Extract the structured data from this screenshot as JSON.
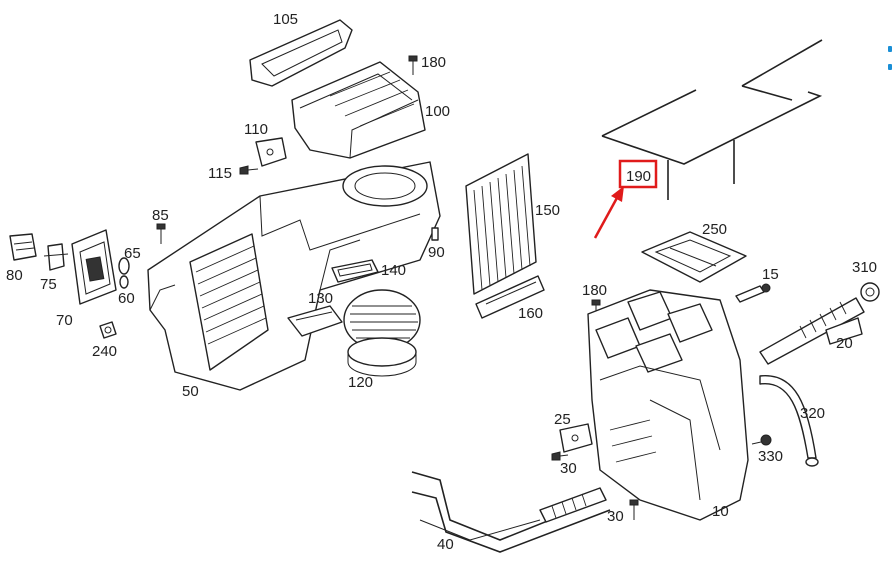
{
  "diagram": {
    "labels": [
      "105",
      "180",
      "100",
      "110",
      "115",
      "85",
      "65",
      "80",
      "75",
      "70",
      "60",
      "240",
      "50",
      "130",
      "140",
      "120",
      "90",
      "150",
      "160",
      "190",
      "250",
      "15",
      "310",
      "180",
      "20",
      "25",
      "30",
      "320",
      "330",
      "30",
      "10",
      "40"
    ],
    "highlighted_label": "190",
    "highlight_color": "#e01b1b",
    "line_color": "#222222"
  }
}
